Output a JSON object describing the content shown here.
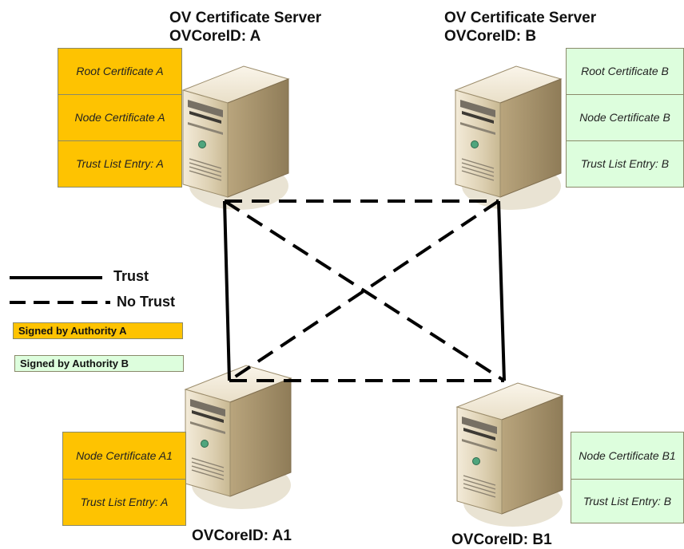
{
  "servers": {
    "a": {
      "title_line1": "OV Certificate Server",
      "title_line2": "OVCoreID: A"
    },
    "b": {
      "title_line1": "OV Certificate Server",
      "title_line2": "OVCoreID: B"
    },
    "a1": {
      "title": "OVCoreID: A1"
    },
    "b1": {
      "title": "OVCoreID: B1"
    }
  },
  "cert_stacks": {
    "a": [
      "Root Certificate A",
      "Node Certificate A",
      "Trust List Entry: A"
    ],
    "b": [
      "Root Certificate B",
      "Node Certificate B",
      "Trust List Entry: B"
    ],
    "a1": [
      "Node Certificate A1",
      "Trust List Entry: A"
    ],
    "b1": [
      "Node Certificate B1",
      "Trust List Entry: B"
    ]
  },
  "legend": {
    "trust": "Trust",
    "no_trust": "No Trust",
    "signed_a": "Signed by Authority A",
    "signed_b": "Signed by Authority B"
  },
  "colors": {
    "authority_a": "#fec301",
    "authority_b": "#ddfedd"
  }
}
